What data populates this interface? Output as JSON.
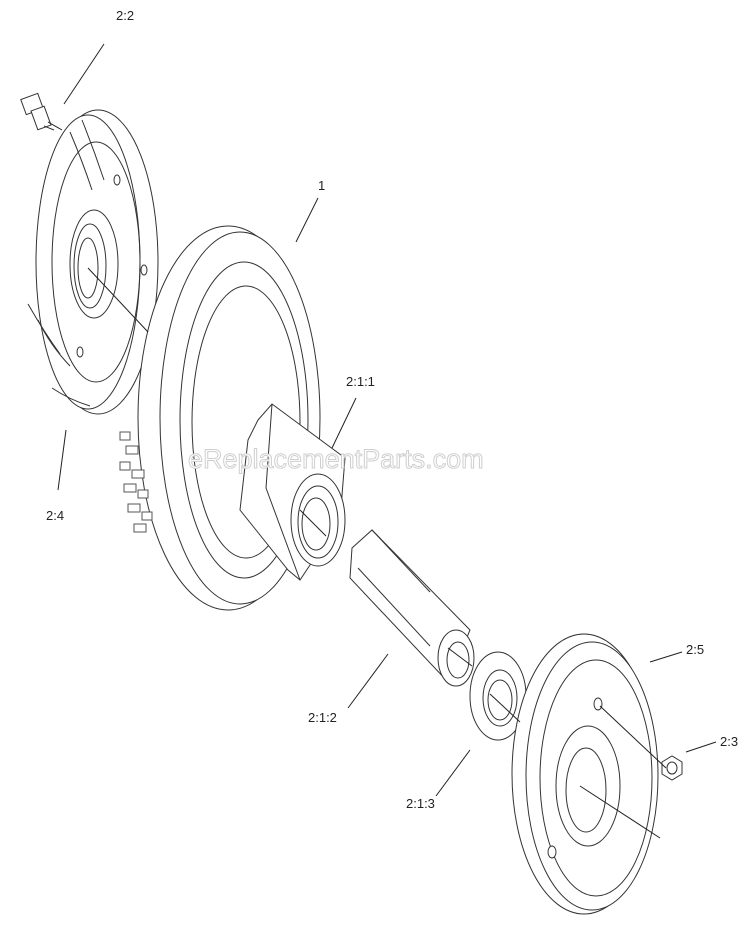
{
  "diagram": {
    "watermark": "eReplacementParts.com",
    "callouts": [
      {
        "id": "1",
        "label": "1"
      },
      {
        "id": "2-2",
        "label": "2:2"
      },
      {
        "id": "2-4",
        "label": "2:4"
      },
      {
        "id": "2-1-1",
        "label": "2:1:1"
      },
      {
        "id": "2-1-2",
        "label": "2:1:2"
      },
      {
        "id": "2-1-3",
        "label": "2:1:3"
      },
      {
        "id": "2-5",
        "label": "2:5"
      },
      {
        "id": "2-3",
        "label": "2:3"
      }
    ]
  }
}
